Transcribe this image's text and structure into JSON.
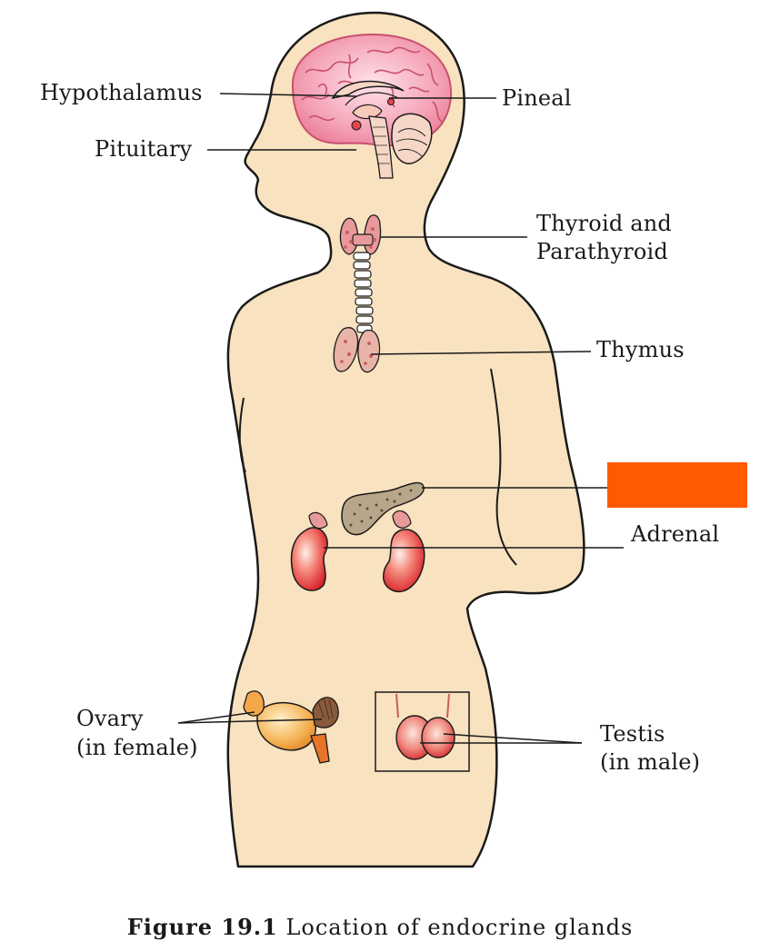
{
  "labels": {
    "hypothalamus": "Hypothalamus",
    "pineal": "Pineal",
    "pituitary": "Pituitary",
    "thyroid_line1": "Thyroid and",
    "thyroid_line2": "Parathyroid",
    "thymus": "Thymus",
    "adrenal": "Adrenal",
    "ovary_line1": "Ovary",
    "ovary_line2": "(in female)",
    "testis_line1": "Testis",
    "testis_line2": "(in male)"
  },
  "caption": {
    "figure_number": "Figure 19.1",
    "text": "Location of endocrine glands"
  },
  "colors": {
    "skin": "#f8e2bf",
    "outline": "#1a1a1a",
    "brain": "#f4a0b4",
    "gland_red": "#e8464a",
    "ovary": "#f5a84a",
    "pancreas": "#b8a68a",
    "redaction": "#ff5a00"
  }
}
